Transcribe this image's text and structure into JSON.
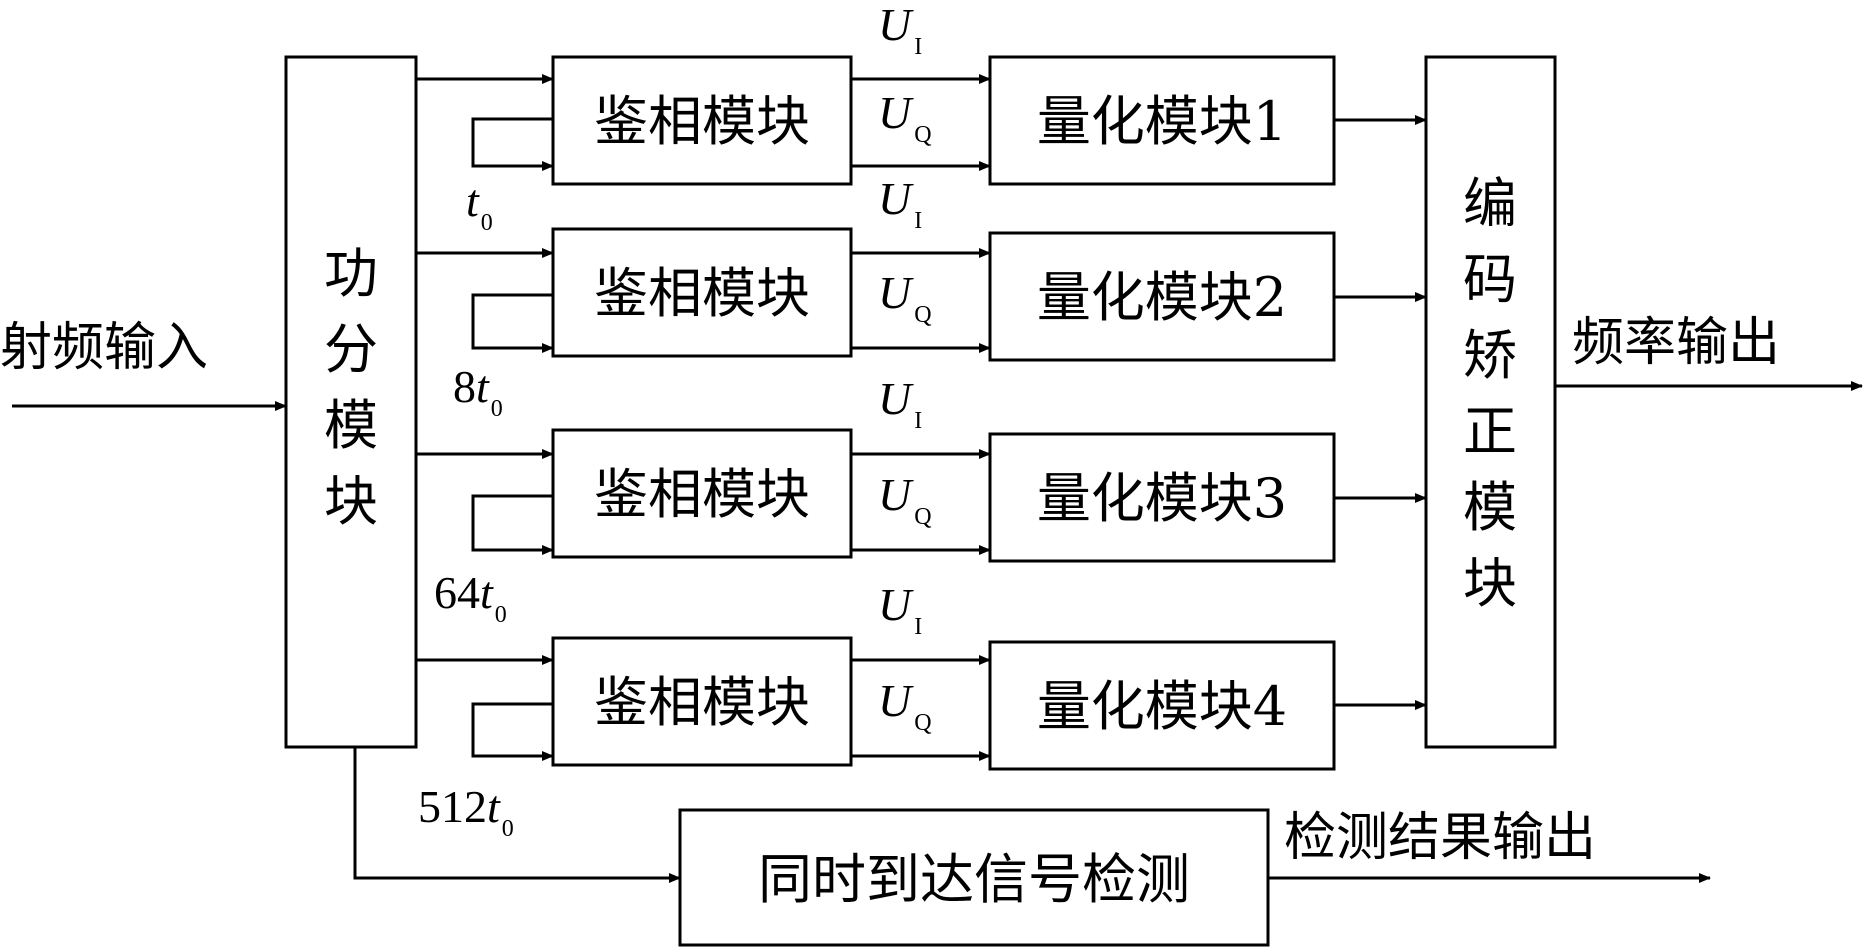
{
  "input": {
    "label": "射频输入"
  },
  "splitter": {
    "label_chars": [
      "功",
      "分",
      "模",
      "块"
    ]
  },
  "channels": [
    {
      "phase_label": "鉴相模块",
      "quant_label": "量化模块1",
      "delay_coef": "",
      "sig_i": "U",
      "sig_i_sub": "I",
      "sig_q": "U",
      "sig_q_sub": "Q",
      "delay_var": "t",
      "delay_sub": "0"
    },
    {
      "phase_label": "鉴相模块",
      "quant_label": "量化模块2",
      "delay_coef": "8",
      "sig_i": "U",
      "sig_i_sub": "I",
      "sig_q": "U",
      "sig_q_sub": "Q",
      "delay_var": "t",
      "delay_sub": "0"
    },
    {
      "phase_label": "鉴相模块",
      "quant_label": "量化模块3",
      "delay_coef": "64",
      "sig_i": "U",
      "sig_i_sub": "I",
      "sig_q": "U",
      "sig_q_sub": "Q",
      "delay_var": "t",
      "delay_sub": "0"
    },
    {
      "phase_label": "鉴相模块",
      "quant_label": "量化模块4",
      "delay_coef": "512",
      "sig_i": "U",
      "sig_i_sub": "I",
      "sig_q": "U",
      "sig_q_sub": "Q",
      "delay_var": "t",
      "delay_sub": "0"
    }
  ],
  "encoder": {
    "label_chars": [
      "编",
      "码",
      "矫",
      "正",
      "模",
      "块"
    ]
  },
  "freq_output": {
    "label": "频率输出"
  },
  "detector": {
    "label": "同时到达信号检测"
  },
  "detect_output": {
    "label": "检测结果输出"
  }
}
